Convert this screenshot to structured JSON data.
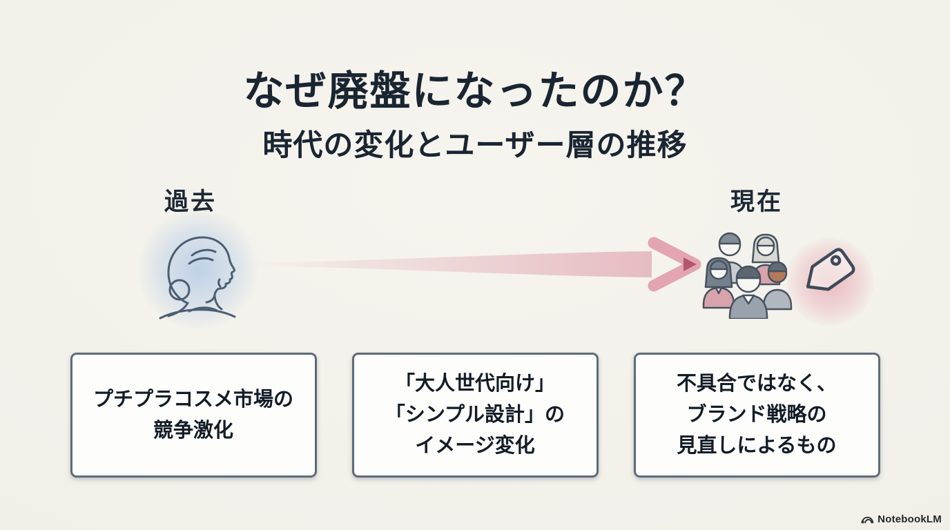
{
  "page": {
    "title": "なぜ廃盤になったのか？",
    "subtitle": "時代の変化とユーザー層の推移"
  },
  "timeline": {
    "past_label": "過去",
    "present_label": "現在",
    "past_icon": "elderly-woman-profile-icon",
    "present_icons": [
      "people-group-icon",
      "price-tag-icon"
    ],
    "arrow_icon": "transition-arrow-icon"
  },
  "cards": [
    {
      "lines": [
        "プチプラコスメ市場の",
        "競争激化"
      ]
    },
    {
      "lines": [
        "「大人世代向け」",
        "「シンプル設計」の",
        "イメージ変化"
      ]
    },
    {
      "lines": [
        "不具合ではなく、",
        "ブランド戦略の",
        "見直しによるもの"
      ]
    }
  ],
  "footer": {
    "brand": "NotebookLM",
    "brand_icon": "notebooklm-logo-icon"
  },
  "colors": {
    "background": "#f2f0e9",
    "title_text": "#1a2532",
    "card_border": "#5d6b79",
    "card_background": "#fdfdfc",
    "card_text": "#131c26",
    "arrow_band_pink": "#e0a0b0",
    "arrow_line_start": "#47596b",
    "arrow_line_end": "#b5566f",
    "past_glow_blue": "#acc6e5",
    "present_glow_pink": "#e6a0ae",
    "line_art_stroke": "#4c5e73"
  }
}
